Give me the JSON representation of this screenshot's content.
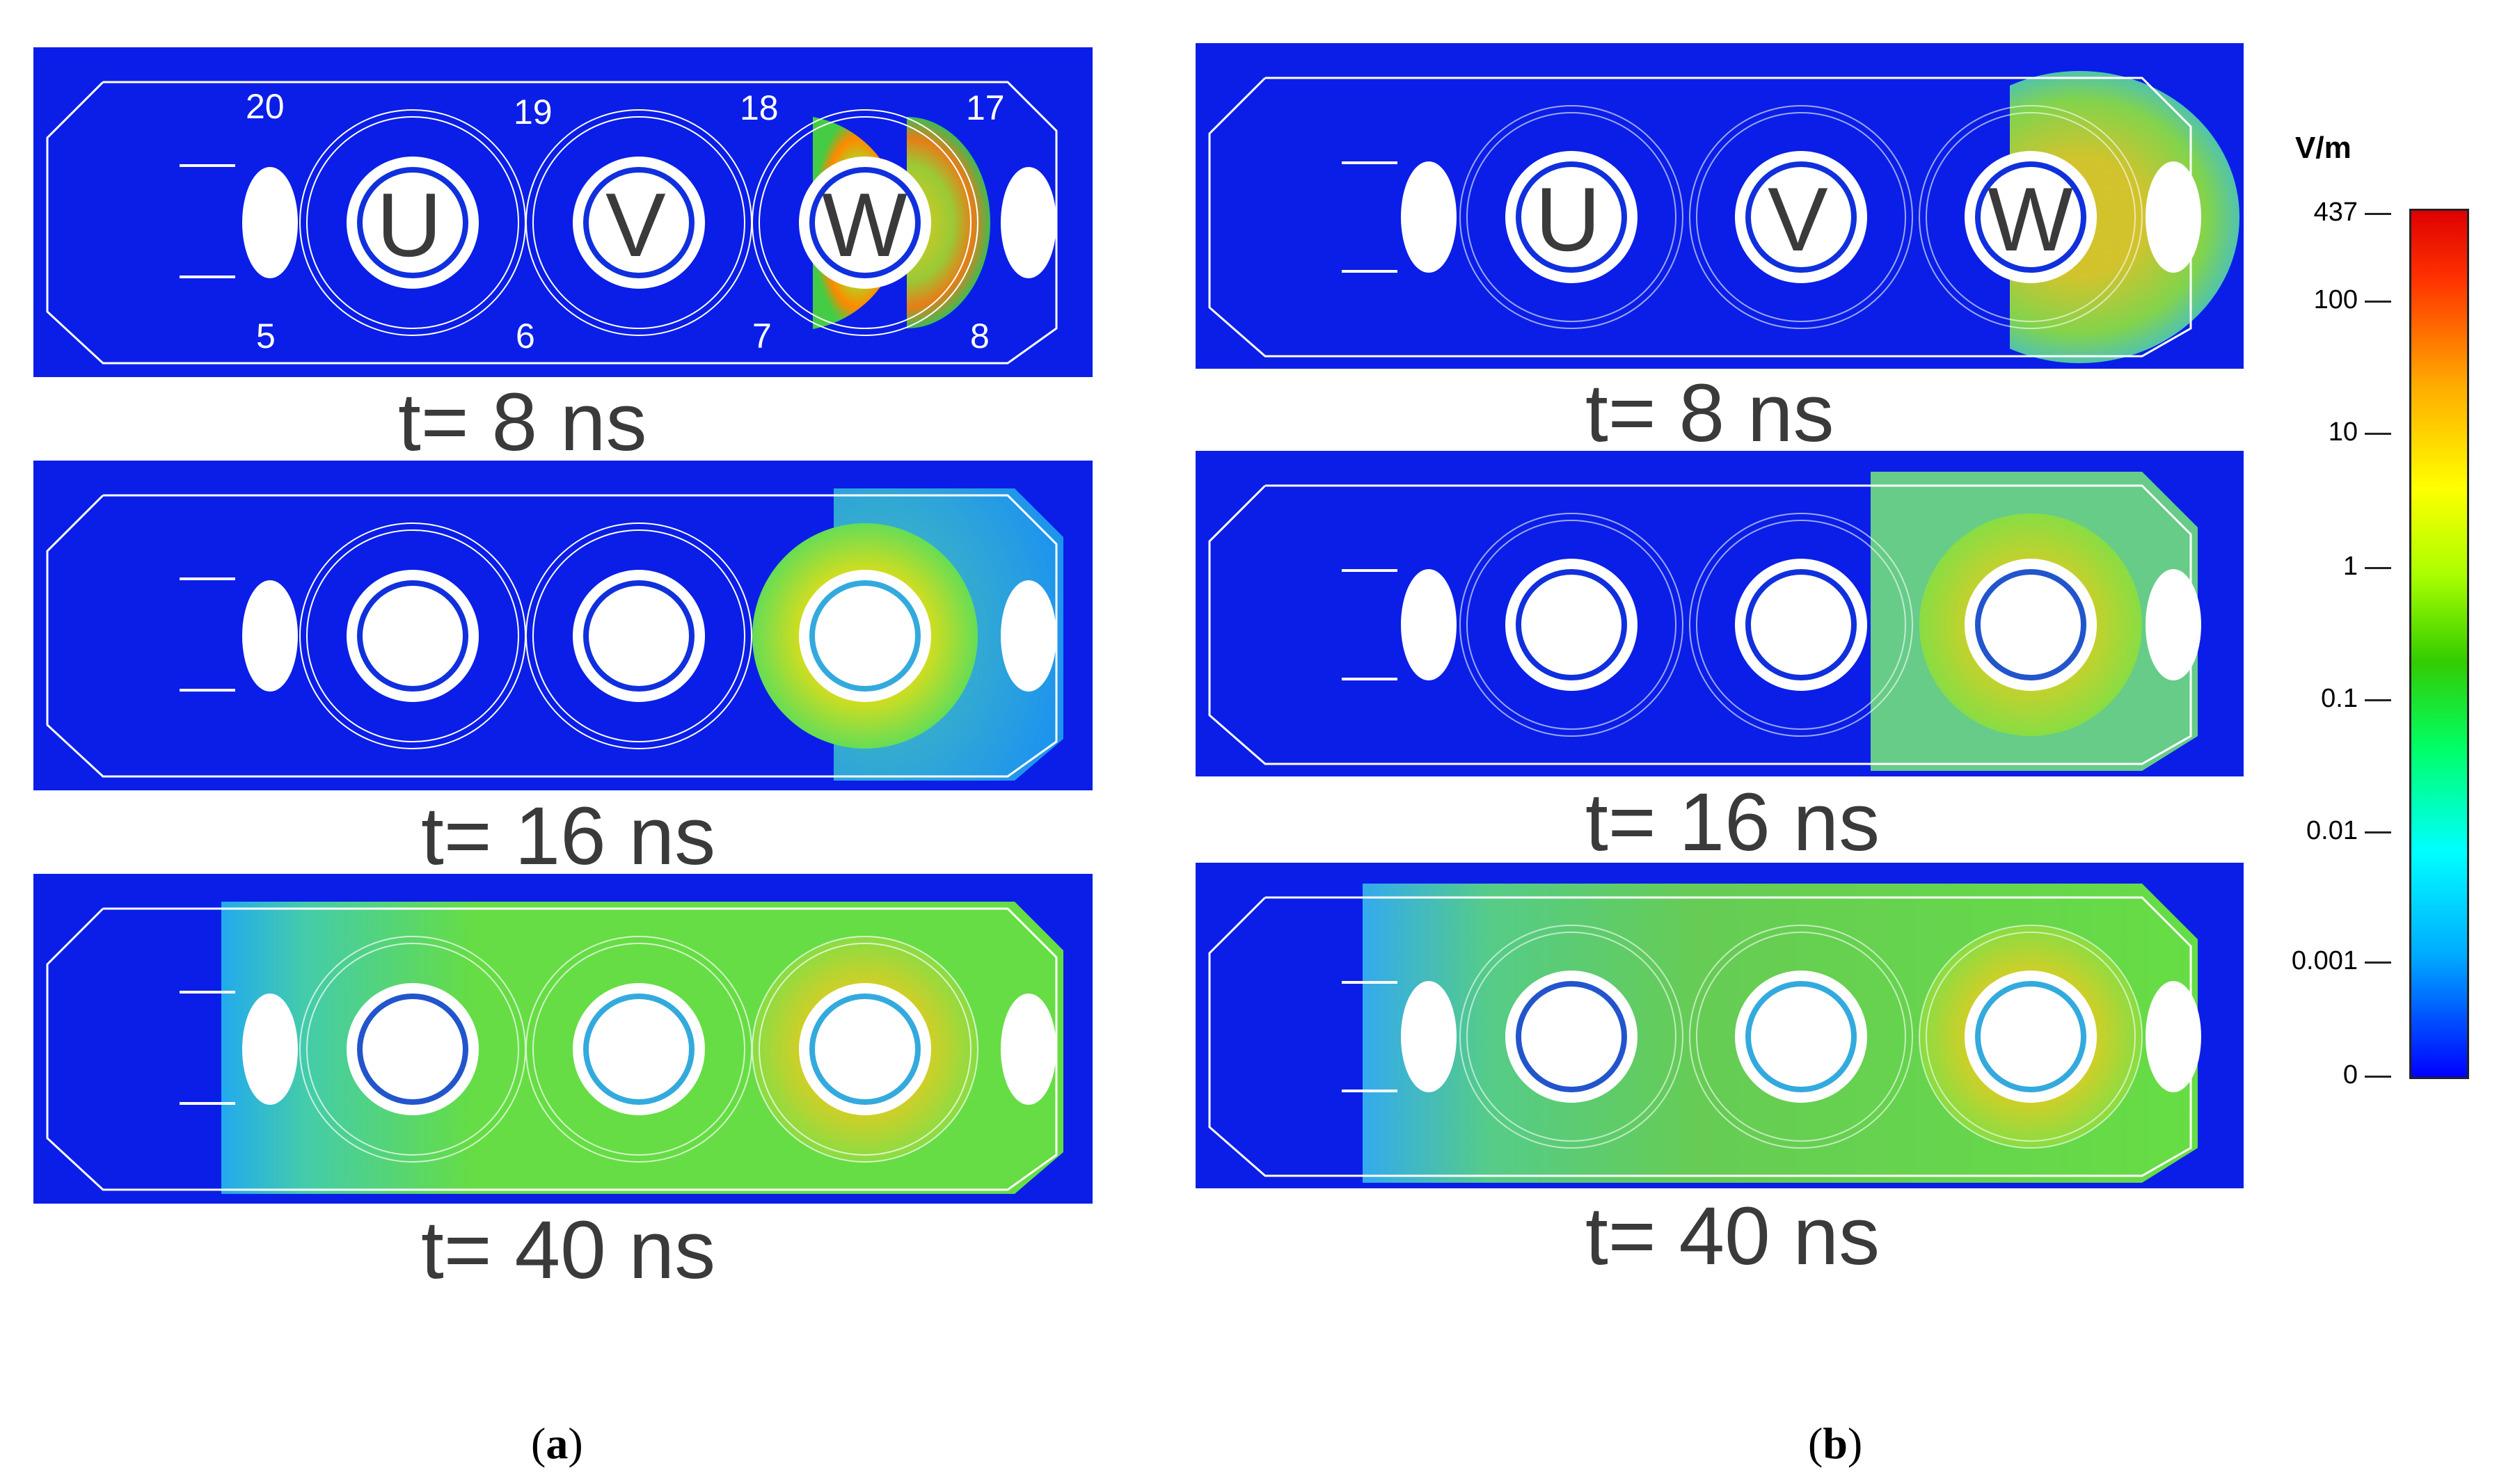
{
  "figure": {
    "left_panels": {
      "captions": [
        "t= 8 ns",
        "t= 16 ns",
        "t= 40 ns"
      ],
      "phase_labels": [
        "U",
        "V",
        "W"
      ],
      "numbers_top": [
        "20",
        "19",
        "18",
        "17"
      ],
      "numbers_bottom": [
        "5",
        "6",
        "7",
        "8"
      ],
      "sub_label_open": "(",
      "sub_label_letter": "a",
      "sub_label_close": ")"
    },
    "right_panels": {
      "captions": [
        "t= 8 ns",
        "t= 16 ns",
        "t= 40 ns"
      ],
      "phase_labels": [
        "U",
        "V",
        "W"
      ],
      "sub_label_open": "(",
      "sub_label_letter": "b",
      "sub_label_close": ")"
    },
    "colorbar": {
      "unit": "V/m",
      "ticks": [
        "437",
        "100",
        "10",
        "1",
        "0.1",
        "0.01",
        "0.001",
        "0"
      ],
      "scale": "log",
      "colors": [
        "#0000ff",
        "#00aaff",
        "#00ffff",
        "#00ff66",
        "#33cc00",
        "#aaff00",
        "#ffff00",
        "#ffaa00",
        "#ff3300",
        "#e00000"
      ]
    },
    "colors": {
      "background_field": "#0a1ee8",
      "low_field": "#00ccee",
      "mid_field": "#44dd44",
      "high_field": "#ff5500"
    }
  }
}
